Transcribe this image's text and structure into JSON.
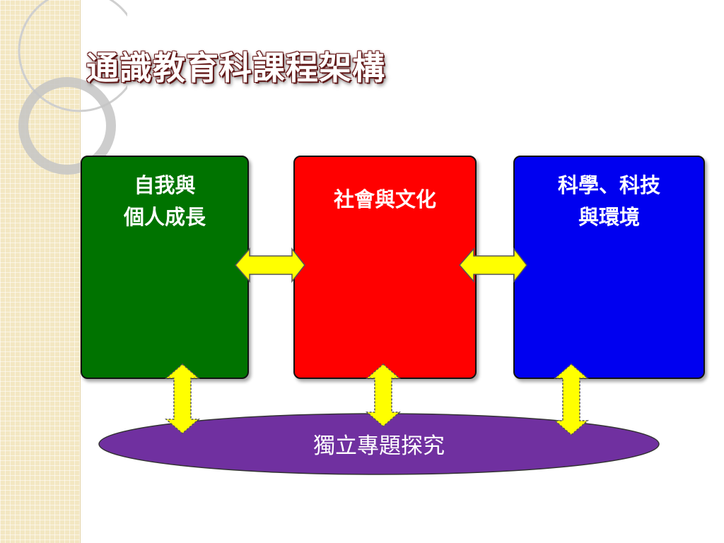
{
  "title": "通識教育科課程架構",
  "boxes": {
    "self": {
      "line1": "自我與",
      "line2": "個人成長",
      "color": "#007300"
    },
    "society": {
      "line1": "社會與文化",
      "color": "#ff0000"
    },
    "science": {
      "line1": "科學、科技",
      "line2": "與環境",
      "color": "#0000f0"
    }
  },
  "foundation": {
    "label": "獨立專題探究",
    "color": "#7030a0"
  },
  "arrow_color": "#ffff00",
  "background_strip_color": "#f3e7c2"
}
